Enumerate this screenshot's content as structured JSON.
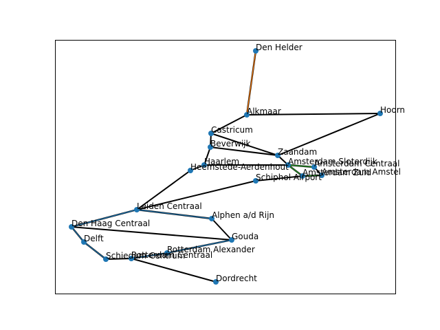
{
  "colors": {
    "node": "#1f77b4",
    "edge_default": "#000000",
    "edge_orange": "#ff7f0e",
    "edge_blue": "#1f77b4",
    "edge_green": "#2ca02c"
  },
  "stations": [
    {
      "id": "den-helder",
      "label": "Den Helder"
    },
    {
      "id": "alkmaar",
      "label": "Alkmaar"
    },
    {
      "id": "hoorn",
      "label": "Hoorn"
    },
    {
      "id": "castricum",
      "label": "Castricum"
    },
    {
      "id": "beverwijk",
      "label": "Beverwijk"
    },
    {
      "id": "zaandam",
      "label": "Zaandam"
    },
    {
      "id": "haarlem",
      "label": "Haarlem"
    },
    {
      "id": "heemstede",
      "label": "Heemstede-Aerdenhout"
    },
    {
      "id": "ams-sloterdijk",
      "label": "Amsterdam Sloterdijk"
    },
    {
      "id": "ams-centraal",
      "label": "Amsterdam Centraal"
    },
    {
      "id": "ams-amstel",
      "label": "Amsterdam Amstel"
    },
    {
      "id": "ams-zuid",
      "label": "Amsterdam Zuid"
    },
    {
      "id": "schiphol",
      "label": "Schiphol Airport"
    },
    {
      "id": "leiden",
      "label": "Leiden Centraal"
    },
    {
      "id": "alphen",
      "label": "Alphen a/d Rijn"
    },
    {
      "id": "den-haag",
      "label": "Den Haag Centraal"
    },
    {
      "id": "gouda",
      "label": "Gouda"
    },
    {
      "id": "delft",
      "label": "Delft"
    },
    {
      "id": "rdam-alexander",
      "label": "Rotterdam Alexander"
    },
    {
      "id": "schiedam",
      "label": "Schiedam Centrum"
    },
    {
      "id": "rdam-centraal",
      "label": "Rotterdam Centraal"
    },
    {
      "id": "dordrecht",
      "label": "Dordrecht"
    }
  ],
  "connections": [
    {
      "from": "den-helder",
      "to": "alkmaar",
      "color": "orange"
    },
    {
      "from": "alkmaar",
      "to": "hoorn",
      "color": "default"
    },
    {
      "from": "alkmaar",
      "to": "castricum",
      "color": "default"
    },
    {
      "from": "hoorn",
      "to": "zaandam",
      "color": "default"
    },
    {
      "from": "castricum",
      "to": "beverwijk",
      "color": "default"
    },
    {
      "from": "castricum",
      "to": "zaandam",
      "color": "default"
    },
    {
      "from": "beverwijk",
      "to": "zaandam",
      "color": "default"
    },
    {
      "from": "beverwijk",
      "to": "haarlem",
      "color": "default"
    },
    {
      "from": "zaandam",
      "to": "ams-sloterdijk",
      "color": "default"
    },
    {
      "from": "haarlem",
      "to": "ams-sloterdijk",
      "color": "default"
    },
    {
      "from": "haarlem",
      "to": "heemstede",
      "color": "default"
    },
    {
      "from": "ams-sloterdijk",
      "to": "ams-centraal",
      "color": "green"
    },
    {
      "from": "ams-sloterdijk",
      "to": "ams-zuid",
      "color": "green"
    },
    {
      "from": "ams-centraal",
      "to": "ams-amstel",
      "color": "default"
    },
    {
      "from": "ams-amstel",
      "to": "ams-zuid",
      "color": "green"
    },
    {
      "from": "ams-zuid",
      "to": "schiphol",
      "color": "default"
    },
    {
      "from": "heemstede",
      "to": "leiden",
      "color": "default"
    },
    {
      "from": "schiphol",
      "to": "leiden",
      "color": "default"
    },
    {
      "from": "leiden",
      "to": "alphen",
      "color": "blue"
    },
    {
      "from": "leiden",
      "to": "den-haag",
      "color": "blue"
    },
    {
      "from": "alphen",
      "to": "gouda",
      "color": "default"
    },
    {
      "from": "den-haag",
      "to": "gouda",
      "color": "default"
    },
    {
      "from": "den-haag",
      "to": "delft",
      "color": "blue"
    },
    {
      "from": "delft",
      "to": "schiedam",
      "color": "blue"
    },
    {
      "from": "schiedam",
      "to": "rdam-centraal",
      "color": "default"
    },
    {
      "from": "rdam-centraal",
      "to": "rdam-alexander",
      "color": "blue"
    },
    {
      "from": "rdam-alexander",
      "to": "gouda",
      "color": "blue"
    },
    {
      "from": "rdam-centraal",
      "to": "dordrecht",
      "color": "default"
    }
  ]
}
